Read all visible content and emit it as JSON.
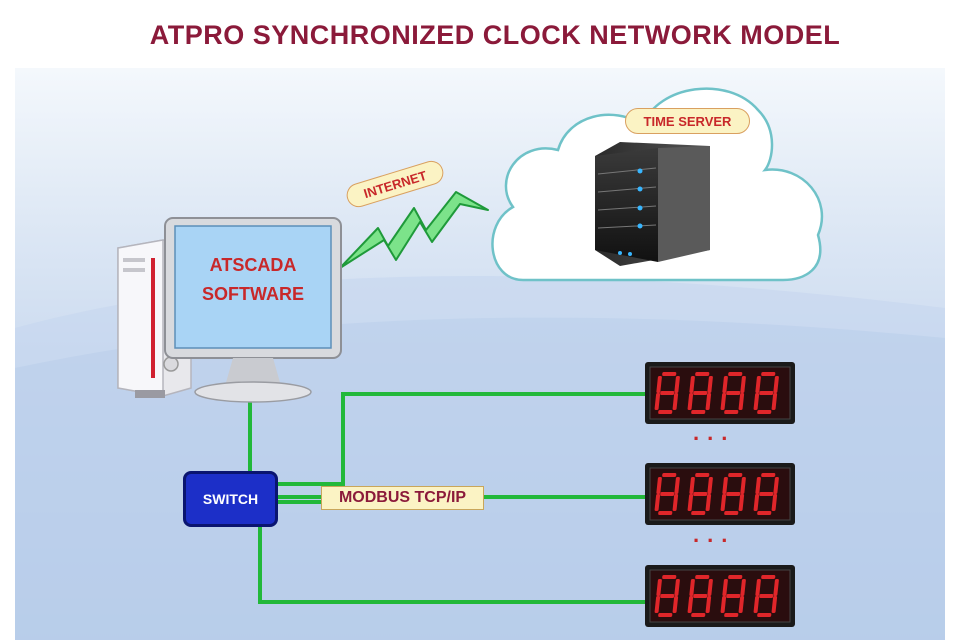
{
  "title": "ATPRO SYNCHRONIZED CLOCK NETWORK MODEL",
  "labels": {
    "time_server": "TIME SERVER",
    "internet": "INTERNET",
    "software_line1": "ATSCADA",
    "software_line2": "SOFTWARE",
    "switch": "SWITCH",
    "protocol": "MODBUS TCP/IP",
    "ellipsis": "..."
  },
  "clocks": [
    {
      "digits": "8888"
    },
    {
      "digits": "8888"
    },
    {
      "digits": "8888"
    }
  ],
  "colors": {
    "title": "#8b1a3a",
    "label_red": "#c8282a",
    "network_line": "#22b83a",
    "switch_fill": "#1c2fc8",
    "segment_on": "#e0262a",
    "clock_body": "#1a1a1a"
  }
}
